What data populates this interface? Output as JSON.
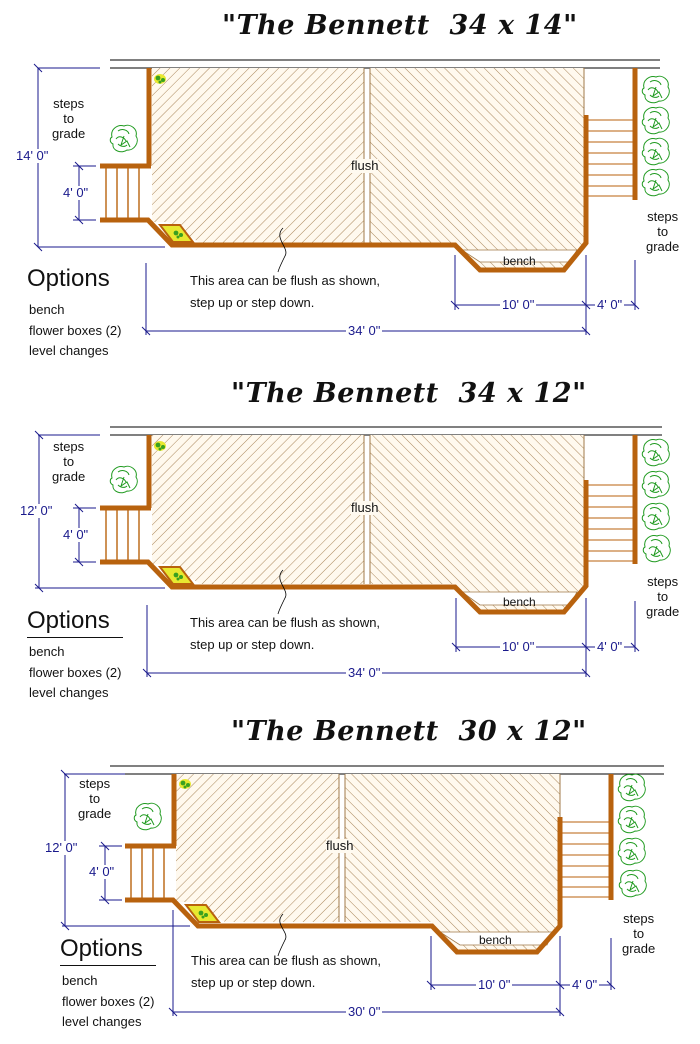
{
  "colors": {
    "wood": "#b8620e",
    "deck_fill": "#fff9ee",
    "hatch": "#a07a4a",
    "dimension": "#1a1a8c",
    "shrub": "#1f9a1f",
    "flower_yellow": "#e8e830",
    "flower_green": "#3aa020"
  },
  "plans": [
    {
      "id": "bennett-34x14",
      "title": "\"The Bennett  34 x 14\"",
      "steps_left_label": [
        "steps",
        "to",
        "grade"
      ],
      "steps_right_label": [
        "steps",
        "to",
        "grade"
      ],
      "flush_label": "flush",
      "bench_label": "bench",
      "note_lines": [
        "This area can be flush as shown,",
        "step up or step down."
      ],
      "options_heading": "Options",
      "options_underlined": false,
      "options": [
        "bench",
        "flower boxes (2)",
        "level changes"
      ],
      "dimensions": {
        "overall_depth": "14' 0\"",
        "left_steps_width": "4' 0\"",
        "bench_width": "10' 0\"",
        "right_steps_depth": "4' 0\"",
        "overall_length": "34' 0\""
      }
    },
    {
      "id": "bennett-34x12",
      "title": "\"The Bennett  34 x 12\"",
      "steps_left_label": [
        "steps",
        "to",
        "grade"
      ],
      "steps_right_label": [
        "steps",
        "to",
        "grade"
      ],
      "flush_label": "flush",
      "bench_label": "bench",
      "note_lines": [
        "This area can be flush as shown,",
        "step up or step down."
      ],
      "options_heading": "Options",
      "options_underlined": true,
      "options": [
        "bench",
        "flower boxes (2)",
        "level changes"
      ],
      "dimensions": {
        "overall_depth": "12' 0\"",
        "left_steps_width": "4' 0\"",
        "bench_width": "10' 0\"",
        "right_steps_depth": "4' 0\"",
        "overall_length": "34' 0\""
      }
    },
    {
      "id": "bennett-30x12",
      "title": "\"The Bennett  30 x 12\"",
      "steps_left_label": [
        "steps",
        "to",
        "grade"
      ],
      "steps_right_label": [
        "steps",
        "to",
        "grade"
      ],
      "flush_label": "flush",
      "bench_label": "bench",
      "note_lines": [
        "This area can be flush as shown,",
        "step up or step down."
      ],
      "options_heading": "Options",
      "options_underlined": true,
      "options": [
        "bench",
        "flower boxes (2)",
        "level changes"
      ],
      "dimensions": {
        "overall_depth": "12' 0\"",
        "left_steps_width": "4' 0\"",
        "bench_width": "10' 0\"",
        "right_steps_depth": "4' 0\"",
        "overall_length": "30' 0\""
      }
    }
  ]
}
